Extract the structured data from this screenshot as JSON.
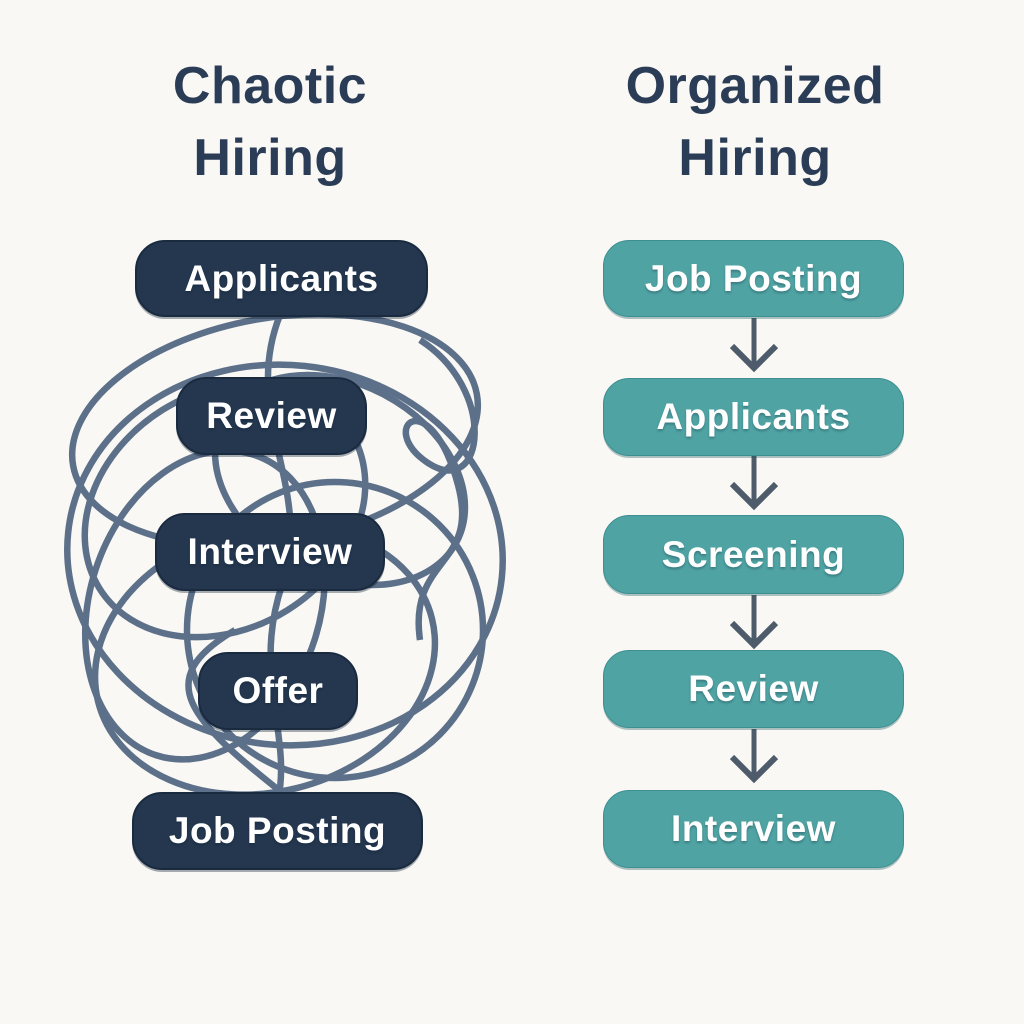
{
  "colors": {
    "background": "#f9f8f5",
    "navy_box": "#24374f",
    "teal_box": "#4fa3a3",
    "title_text": "#2b3d56",
    "box_text": "#ffffff",
    "tangle_line": "#5d7089",
    "arrow": "#4e5b6b"
  },
  "left_panel": {
    "title_line1": "Chaotic",
    "title_line2": "Hiring",
    "boxes": [
      {
        "label": "Applicants"
      },
      {
        "label": "Review"
      },
      {
        "label": "Interview"
      },
      {
        "label": "Offer"
      },
      {
        "label": "Job Posting"
      }
    ],
    "connector_style": "tangled-scribble-lines"
  },
  "right_panel": {
    "title_line1": "Organized",
    "title_line2": "Hiring",
    "boxes": [
      {
        "label": "Job Posting"
      },
      {
        "label": "Applicants"
      },
      {
        "label": "Screening"
      },
      {
        "label": "Review"
      },
      {
        "label": "Interview"
      }
    ],
    "connector_style": "straight-down-arrows",
    "arrow_icon": "arrow-down-icon"
  }
}
